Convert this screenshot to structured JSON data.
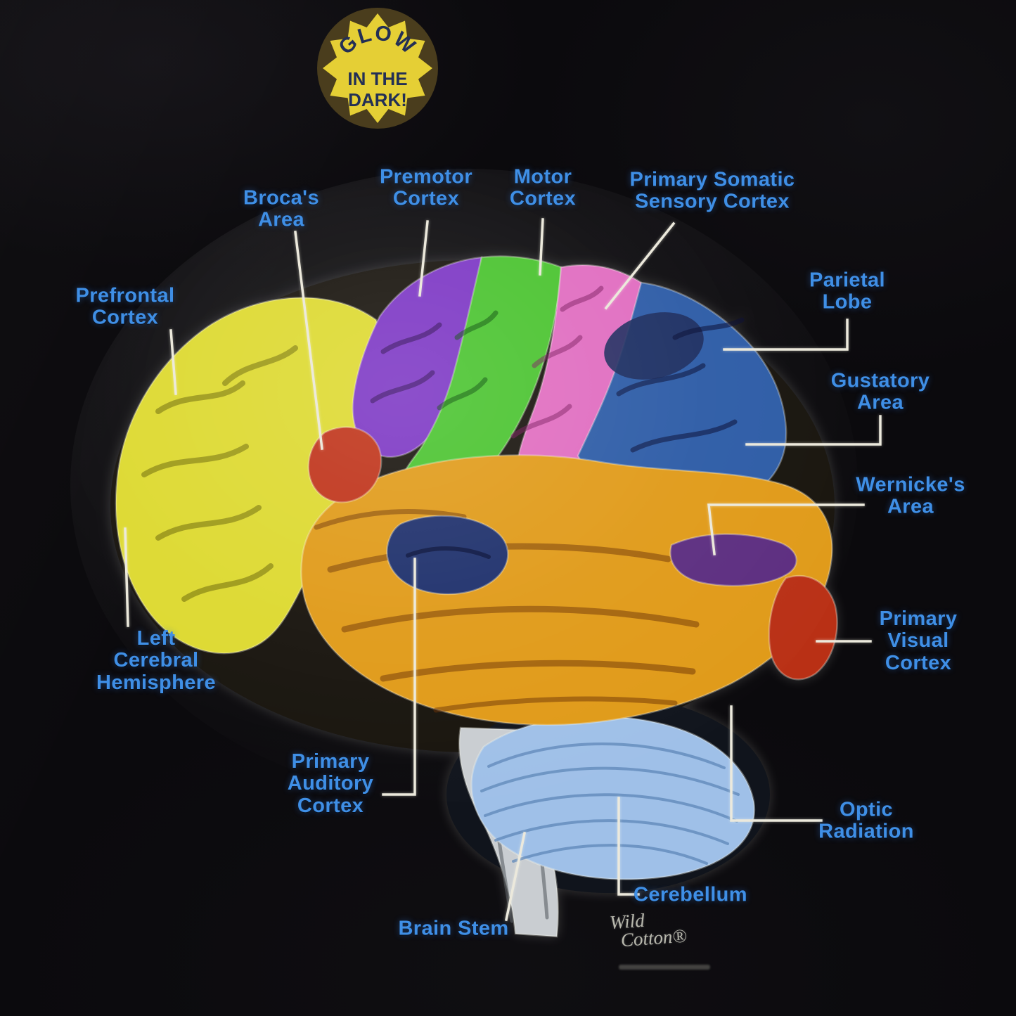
{
  "sticker": {
    "glow": "GLOW",
    "in_the": "IN THE",
    "dark": "DARK!"
  },
  "labels": {
    "prefrontal": "Prefrontal\nCortex",
    "broca": "Broca's\nArea",
    "premotor": "Premotor\nCortex",
    "motor": "Motor\nCortex",
    "somatic": "Primary Somatic\nSensory Cortex",
    "parietal": "Parietal\nLobe",
    "gustatory": "Gustatory\nArea",
    "wernicke": "Wernicke's\nArea",
    "left_hemisphere": "Left\nCerebral\nHemisphere",
    "visual": "Primary\nVisual\nCortex",
    "auditory": "Primary\nAuditory\nCortex",
    "optic": "Optic\nRadiation",
    "cerebellum": "Cerebellum",
    "brain_stem": "Brain Stem"
  },
  "brand": {
    "line1": "Wild",
    "line2": "Cotton®"
  },
  "colors": {
    "label_blue": "#3f8fe6",
    "line_white": "#ece9dc",
    "frontal_yellow": "#ddd92f",
    "premotor_purple": "#7c36c4",
    "motor_green": "#49c32e",
    "somatic_pink": "#e06cc0",
    "parietal_blue": "#2c5ba6",
    "parietal_navy": "#1b2a5c",
    "temporal_orange": "#e09a18",
    "broca_red": "#bf3218",
    "visual_red": "#b93015",
    "auditory_navy": "#1d2f6b",
    "wernicke_purple": "#5c2d80",
    "cerebellum_blue": "#9fc0e8",
    "stem_gray": "#c9cdd1",
    "sticker_yellow": "#e5cf35",
    "sticker_ring": "#4a3d1d",
    "sticker_text": "#232f55",
    "fabric_black": "#0b0a0d"
  }
}
